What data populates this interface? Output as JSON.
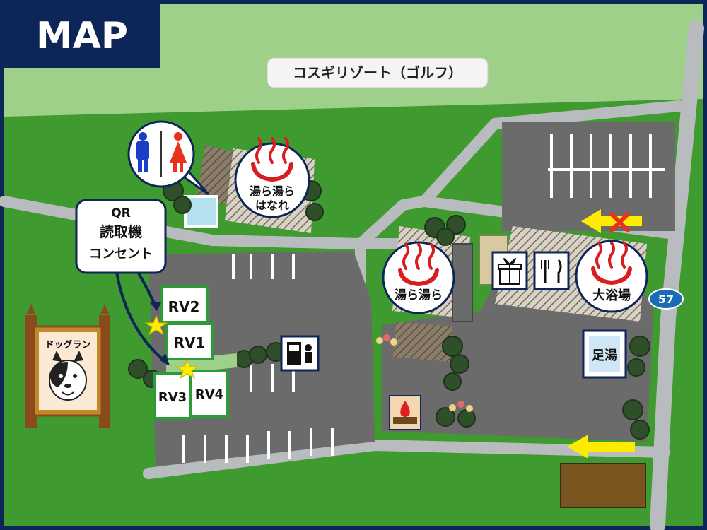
{
  "title": "MAP",
  "area_label": "コスギリゾート（ゴルフ）",
  "kiosk_note": {
    "line1": "QR",
    "line2": "読取機",
    "line3": "コンセント"
  },
  "onsen_hanare": {
    "line1": "湯ら湯ら",
    "line2": "はなれ"
  },
  "onsen_yurayura": "湯ら湯ら",
  "onsen_daiyokujo": "大浴場",
  "ashiyu": "足湯",
  "dog_run": "ドッグラン",
  "route_number": "57",
  "rv_spots": [
    "RV2",
    "RV1",
    "RV3",
    "RV4"
  ],
  "icons": [
    "restroom-icon",
    "onsen-icon",
    "gift-icon",
    "restaurant-icon",
    "vending-machine-icon",
    "campfire-icon",
    "dog-icon",
    "star-marker-icon",
    "no-entry-icon"
  ],
  "colors": {
    "frame": "#0d2657",
    "grass": "#3f9b2f",
    "grass_light": "#9fd08a",
    "road": "#b9bcbe",
    "parking": "#6b6b6b",
    "rv_green": "#2e9b3a",
    "onsen_red": "#d81e1e",
    "arrow_yellow": "#ffeb00",
    "star_yellow": "#ffeb00",
    "route_blue": "#1a6bb5"
  }
}
